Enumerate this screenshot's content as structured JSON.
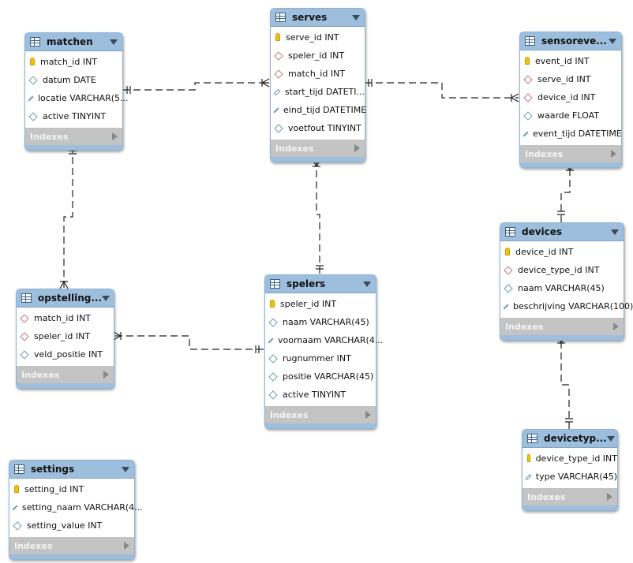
{
  "tables": {
    "matchen": {
      "title": "matchen",
      "columns": [
        {
          "kind": "pk",
          "text": "match_id INT"
        },
        {
          "kind": "col",
          "text": "datum DATE"
        },
        {
          "kind": "col",
          "text": "locatie VARCHAR(5..."
        },
        {
          "kind": "col",
          "text": "active TINYINT"
        }
      ],
      "indexes": "Indexes"
    },
    "serves": {
      "title": "serves",
      "columns": [
        {
          "kind": "pk",
          "text": "serve_id INT"
        },
        {
          "kind": "fk",
          "text": "speler_id INT"
        },
        {
          "kind": "fk",
          "text": "match_id INT"
        },
        {
          "kind": "col",
          "text": "start_tijd DATETI..."
        },
        {
          "kind": "col",
          "text": "eind_tijd DATETIME"
        },
        {
          "kind": "col",
          "text": "voetfout TINYINT"
        }
      ],
      "indexes": "Indexes"
    },
    "sensoreve": {
      "title": "sensoreve...",
      "columns": [
        {
          "kind": "pk",
          "text": "event_id INT"
        },
        {
          "kind": "fk",
          "text": "serve_id INT"
        },
        {
          "kind": "fk",
          "text": "device_id INT"
        },
        {
          "kind": "col",
          "text": "waarde FLOAT"
        },
        {
          "kind": "col",
          "text": "event_tijd DATETIME"
        }
      ],
      "indexes": "Indexes"
    },
    "devices": {
      "title": "devices",
      "columns": [
        {
          "kind": "pk",
          "text": "device_id INT"
        },
        {
          "kind": "fk",
          "text": "device_type_id INT"
        },
        {
          "kind": "col",
          "text": "naam VARCHAR(45)"
        },
        {
          "kind": "col",
          "text": "beschrijving VARCHAR(100)"
        }
      ],
      "indexes": "Indexes"
    },
    "opstelling": {
      "title": "opstelling...",
      "columns": [
        {
          "kind": "fk",
          "text": "match_id INT"
        },
        {
          "kind": "fk",
          "text": "speler_id INT"
        },
        {
          "kind": "col",
          "text": "veld_positie INT"
        }
      ],
      "indexes": "Indexes"
    },
    "spelers": {
      "title": "spelers",
      "columns": [
        {
          "kind": "pk",
          "text": "speler_id INT"
        },
        {
          "kind": "col",
          "text": "naam VARCHAR(45)"
        },
        {
          "kind": "col",
          "text": "voornaam VARCHAR(4..."
        },
        {
          "kind": "col",
          "text": "rugnummer INT"
        },
        {
          "kind": "col",
          "text": "positie VARCHAR(45)"
        },
        {
          "kind": "col",
          "text": "active TINYINT"
        }
      ],
      "indexes": "Indexes"
    },
    "devicetyp": {
      "title": "devicetyp...",
      "columns": [
        {
          "kind": "pk",
          "text": "device_type_id INT"
        },
        {
          "kind": "col",
          "text": "type VARCHAR(45)"
        }
      ],
      "indexes": "Indexes"
    },
    "settings": {
      "title": "settings",
      "columns": [
        {
          "kind": "pk",
          "text": "setting_id INT"
        },
        {
          "kind": "col",
          "text": "setting_naam VARCHAR(4..."
        },
        {
          "kind": "col",
          "text": "setting_value INT"
        }
      ],
      "indexes": "Indexes"
    }
  },
  "colors": {
    "header": "#9dbfdd",
    "indexes": "#c4c4c4",
    "pk": "#f1c30f",
    "connector": "#222222"
  }
}
